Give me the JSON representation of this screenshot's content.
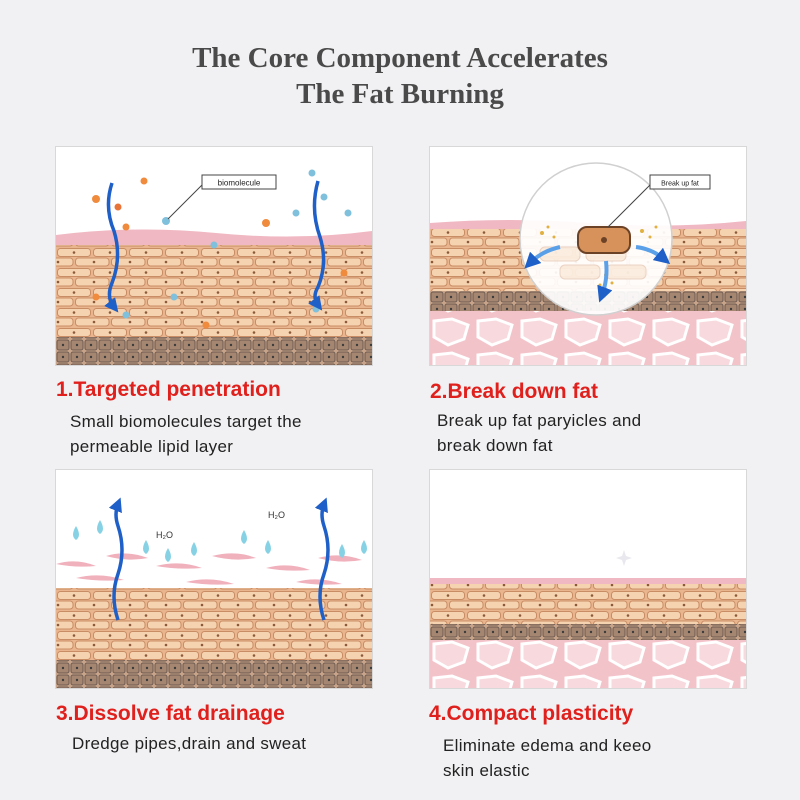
{
  "title": {
    "line1": "The Core Component Accelerates",
    "line2": "The Fat Burning"
  },
  "panels": [
    {
      "heading": "1.Targeted penetration",
      "desc": [
        "Small biomolecules target the",
        "permeable lipid layer"
      ],
      "callout": "biomolecule"
    },
    {
      "heading": "2.Break down fat",
      "desc": [
        "Break up fat paryicles and",
        "break down fat"
      ],
      "callout": "Break up fat"
    },
    {
      "heading": "3.Dissolve fat drainage",
      "desc": [
        "Dredge pipes,drain and sweat"
      ],
      "water_label": "H₂O"
    },
    {
      "heading": "4.Compact plasticity",
      "desc": [
        "Eliminate edema and keeo",
        "skin elastic"
      ]
    }
  ],
  "colors": {
    "heading_red": "#e0201c",
    "skin_pink": "#f0b8c2",
    "fat_tan": "#f1c9a2",
    "arrow_blue": "#1f5fc8",
    "water_cyan": "#7fd0e0"
  }
}
